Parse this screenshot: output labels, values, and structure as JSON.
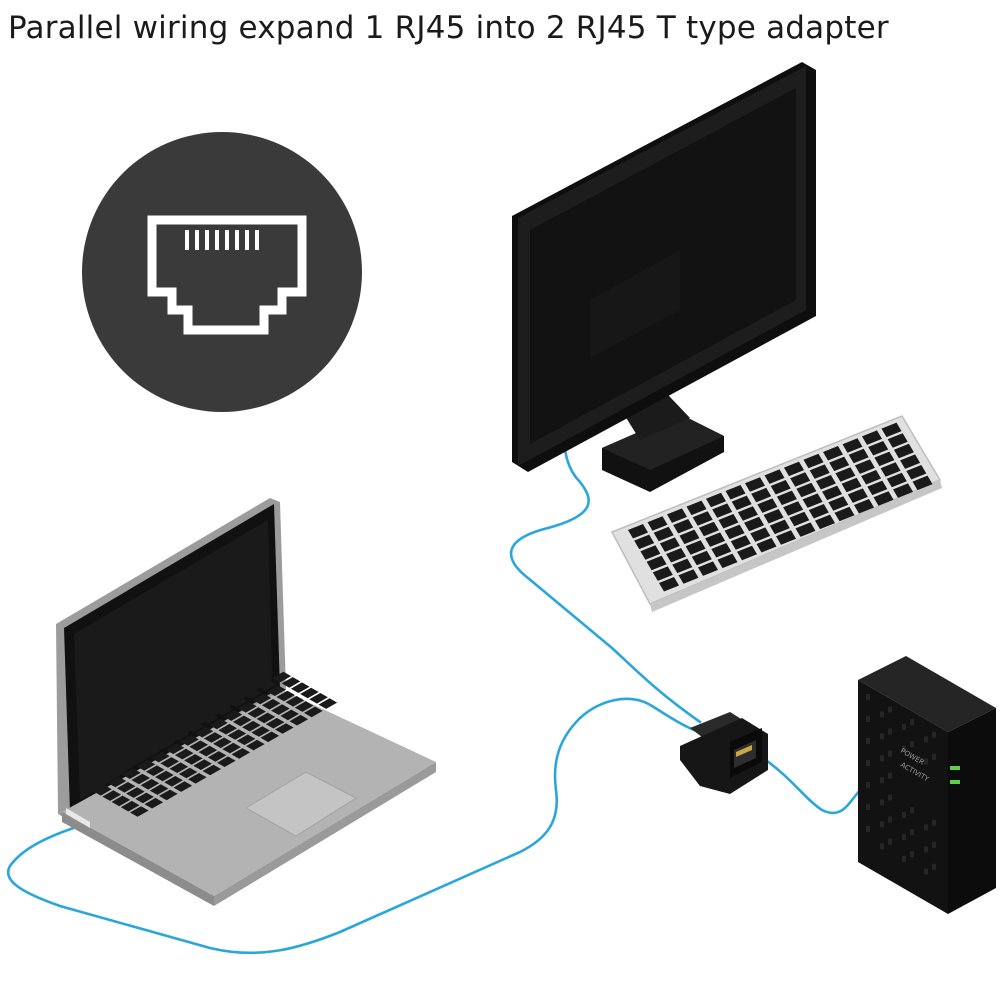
{
  "title": "Parallel wiring expand 1 RJ45 into 2 RJ45 T type adapter",
  "router": {
    "led_label_1": "POWER",
    "led_label_2": "ACTIVITY",
    "led_color": "#5fd04a"
  },
  "icons": [
    "rj45-port-icon",
    "monitor-icon",
    "keyboard-icon",
    "laptop-icon",
    "t-adapter-icon",
    "router-icon"
  ],
  "colors": {
    "cable": "#2aa6dc",
    "device_dark": "#161616",
    "laptop_silver": "#a8a8a8",
    "circle": "#3a3a3a"
  }
}
